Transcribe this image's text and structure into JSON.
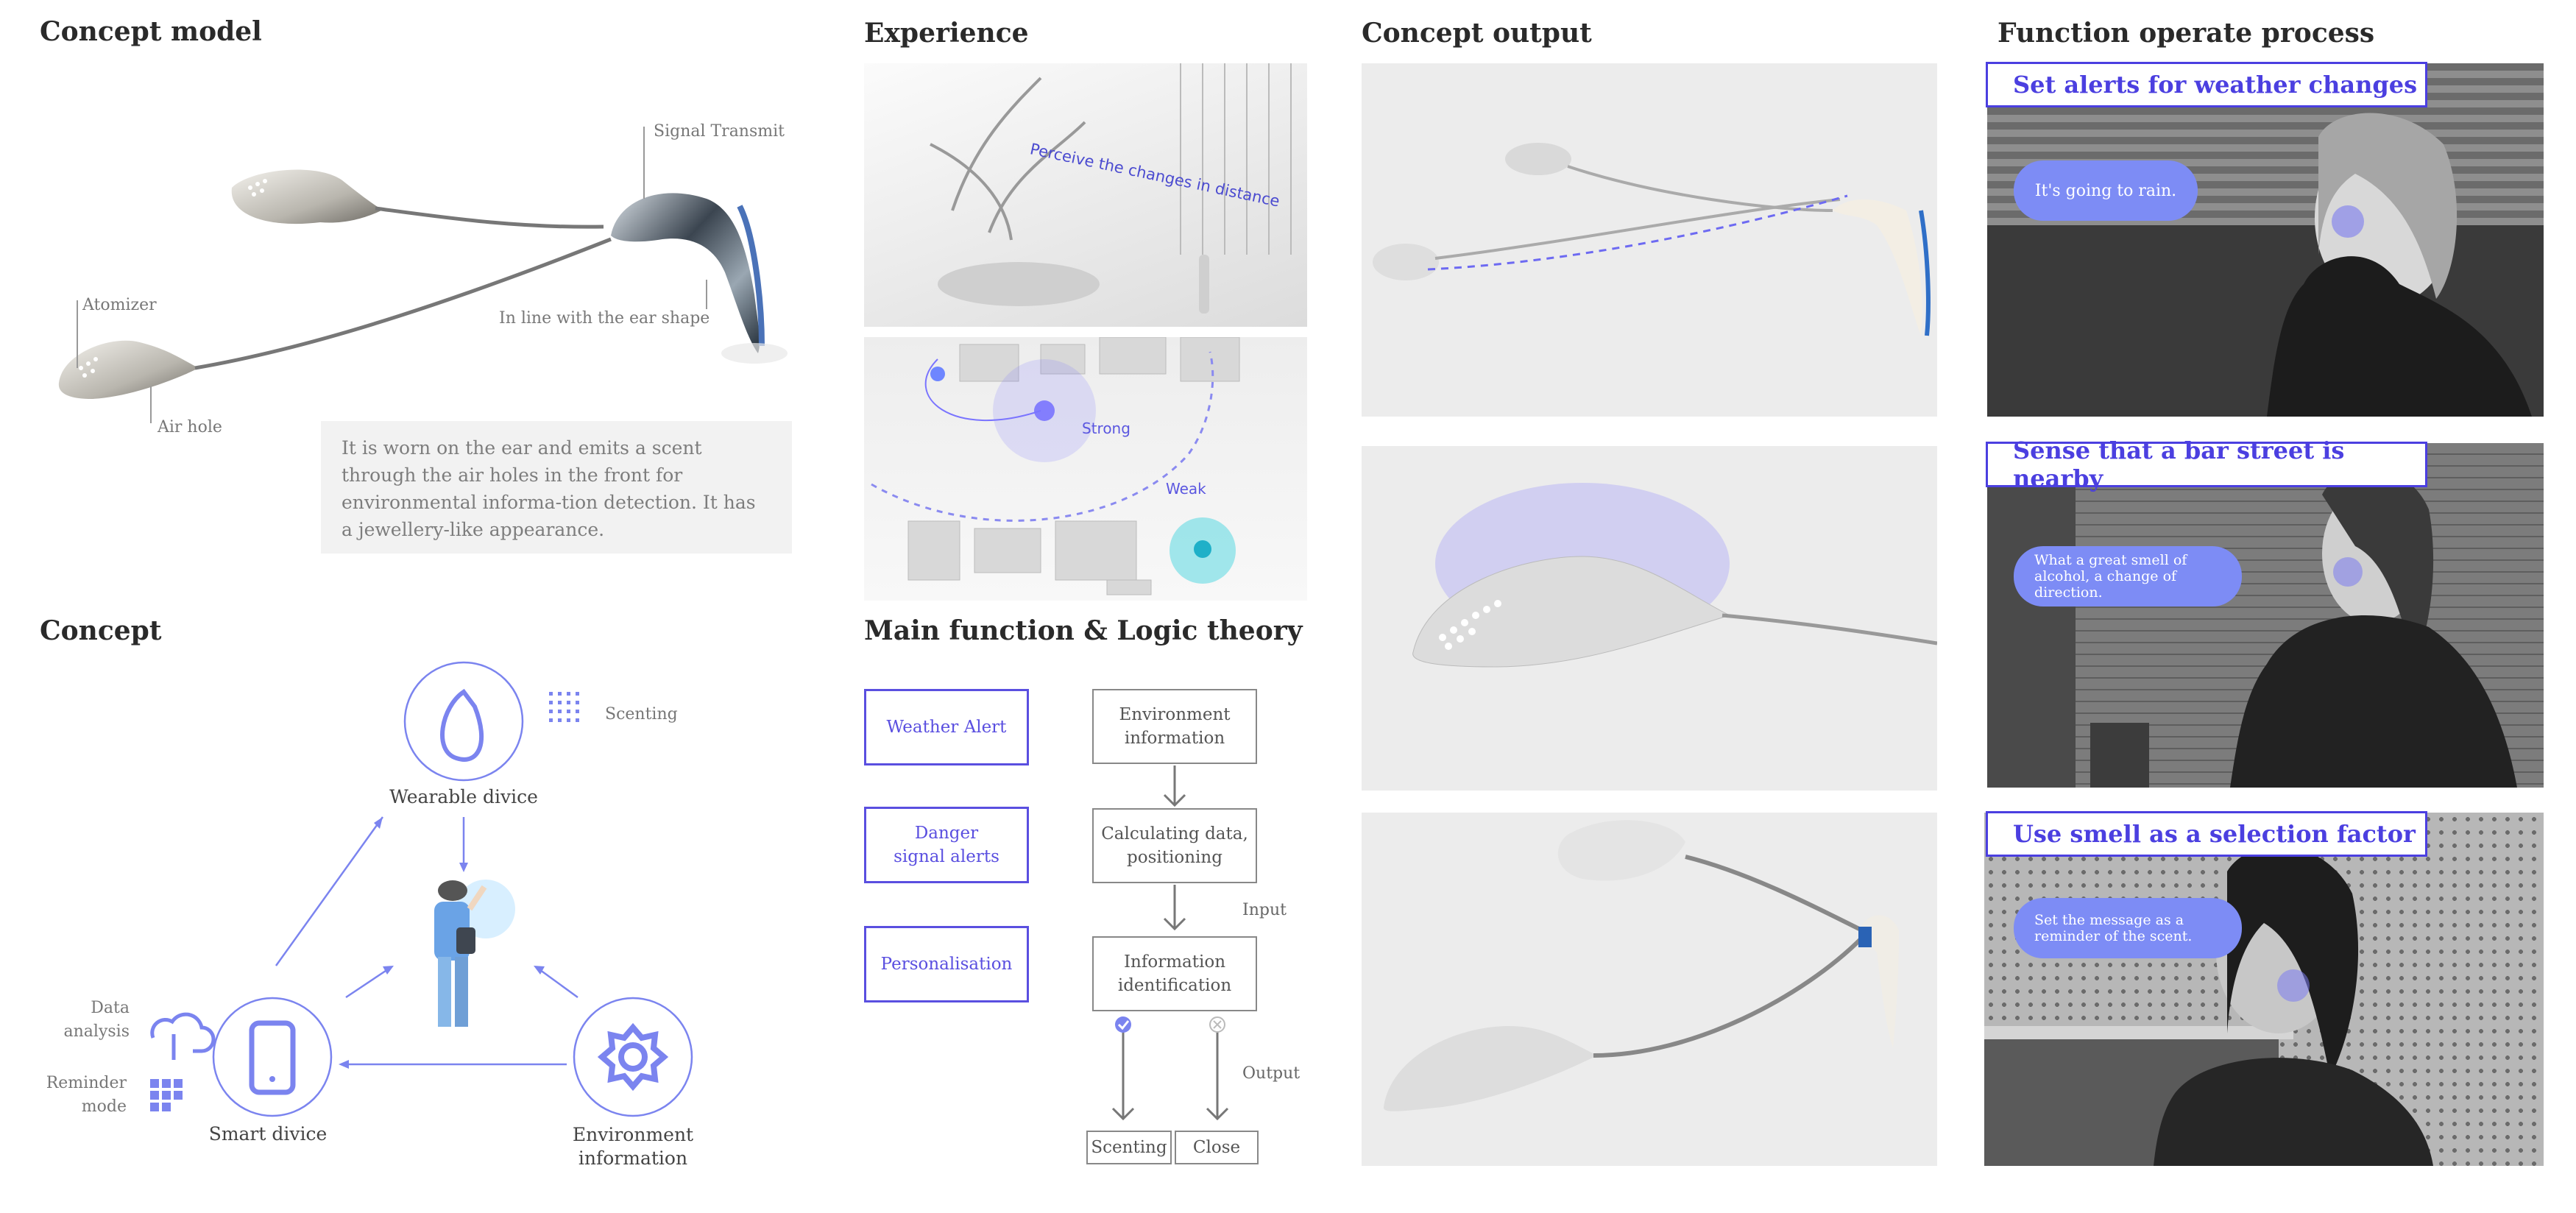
{
  "sections": {
    "concept_model": "Concept model",
    "experience": "Experience",
    "concept_output": "Concept output",
    "function_process": "Function operate process",
    "concept": "Concept",
    "main_function": "Main function & Logic theory"
  },
  "model_labels": {
    "signal_transmit": "Signal Transmit",
    "atomizer": "Atomizer",
    "in_line": "In line with the ear shape",
    "air_hole": "Air hole"
  },
  "description": "It is worn on the ear and emits a scent through the air holes in the front for environmental informa-tion detection. It has a jewellery-like appearance.",
  "experience": {
    "perceive": "Perceive the changes in distance",
    "strong": "Strong",
    "weak": "Weak"
  },
  "concept_diagram": {
    "scenting": "Scenting",
    "wearable": "Wearable divice",
    "data_analysis": "Data\nanalysis",
    "reminder_mode": "Reminder\nmode",
    "smart": "Smart divice",
    "environment": "Environment\ninformation"
  },
  "logic": {
    "weather_alert": "Weather Alert",
    "danger": "Danger\nsignal alerts",
    "personalisation": "Personalisation",
    "env_info": "Environment\ninformation",
    "calc": "Calculating data,\npositioning",
    "info_id": "Information\nidentification",
    "input": "Input",
    "output": "Output",
    "scenting": "Scenting",
    "close": "Close"
  },
  "process": [
    {
      "heading": "Set alerts for weather changes",
      "bubble": "It's going to rain."
    },
    {
      "heading": "Sense that a bar street is nearby",
      "bubble": "What a great smell of alcohol,\na change of direction."
    },
    {
      "heading": "Use smell as a selection factor",
      "bubble": "Set the message as a\nreminder of the scent."
    }
  ],
  "colors": {
    "accent": "#5a4fe0",
    "bubble": "#7d8cf5",
    "icon": "#7b84ef"
  }
}
